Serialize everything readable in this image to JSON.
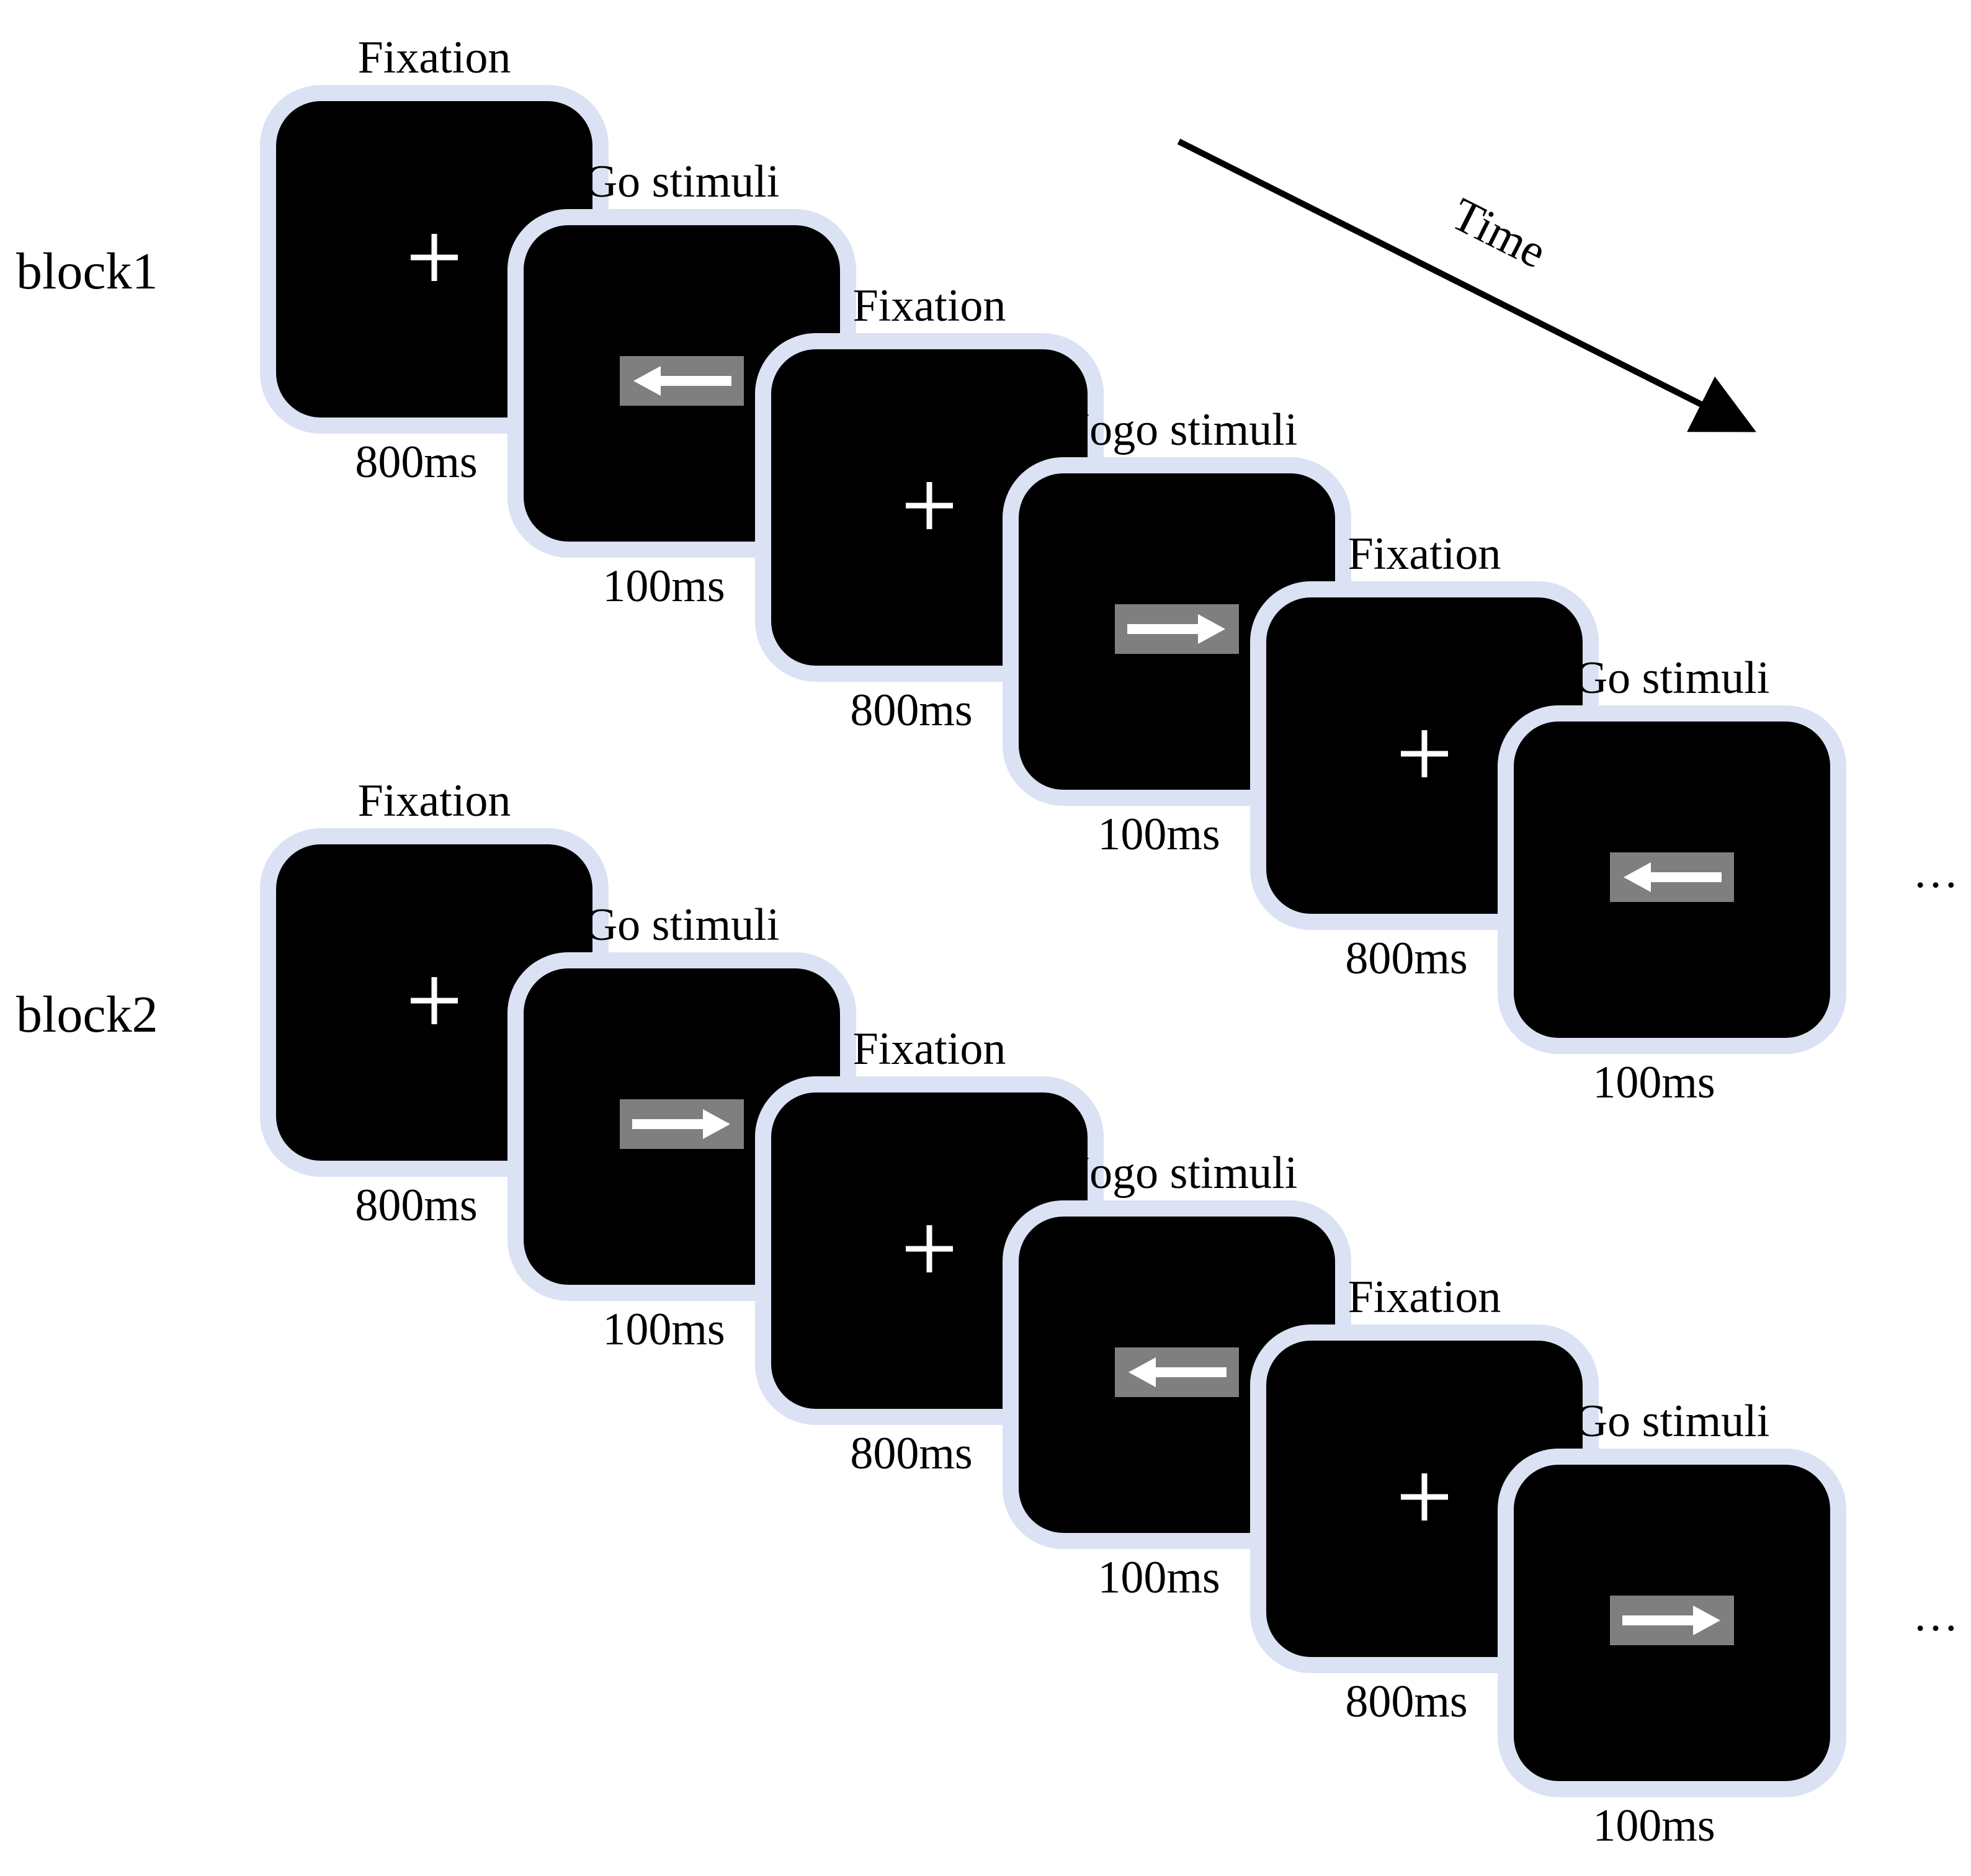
{
  "colors": {
    "screen": "#000000",
    "frame": "#dae2f4",
    "stimulus_box": "#7f7f7f",
    "stimulus_glyph": "#ffffff",
    "text": "#000000"
  },
  "time_label": "Time",
  "blocks": [
    {
      "label": "block1",
      "trials": [
        {
          "title": "Fixation",
          "stimulus": "plus",
          "duration": "800ms"
        },
        {
          "title": "Go stimuli",
          "stimulus": "arrow-left",
          "duration": "100ms"
        },
        {
          "title": "Fixation",
          "stimulus": "plus",
          "duration": "800ms"
        },
        {
          "title": "Nogo stimuli",
          "stimulus": "arrow-right",
          "duration": "100ms"
        },
        {
          "title": "Fixation",
          "stimulus": "plus",
          "duration": "800ms"
        },
        {
          "title": "Go stimuli",
          "stimulus": "arrow-left",
          "duration": "100ms"
        }
      ],
      "continuation": "…"
    },
    {
      "label": "block2",
      "trials": [
        {
          "title": "Fixation",
          "stimulus": "plus",
          "duration": "800ms"
        },
        {
          "title": "Go stimuli",
          "stimulus": "arrow-right",
          "duration": "100ms"
        },
        {
          "title": "Fixation",
          "stimulus": "plus",
          "duration": "800ms"
        },
        {
          "title": "Nogo stimuli",
          "stimulus": "arrow-left",
          "duration": "100ms"
        },
        {
          "title": "Fixation",
          "stimulus": "plus",
          "duration": "800ms"
        },
        {
          "title": "Go stimuli",
          "stimulus": "arrow-right",
          "duration": "100ms"
        }
      ],
      "continuation": "…"
    }
  ]
}
